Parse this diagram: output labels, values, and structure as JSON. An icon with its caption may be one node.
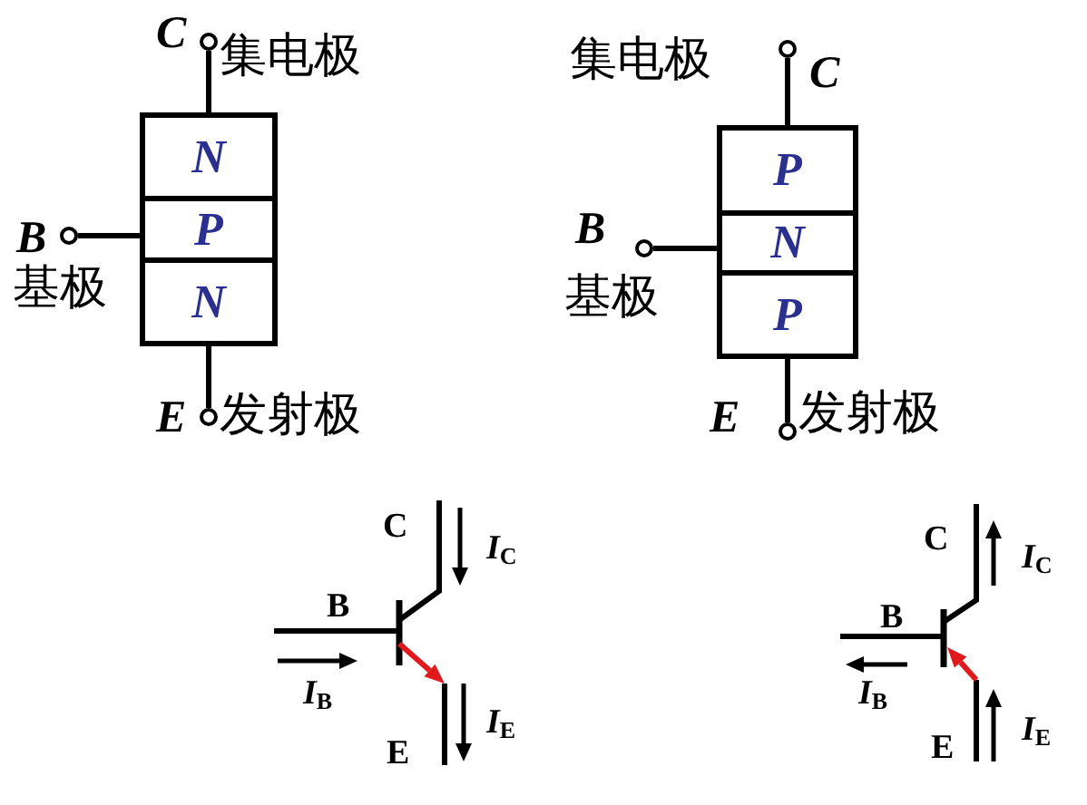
{
  "diagram": {
    "nodes": [
      {
        "text": [],
        "shape": "circle",
        "beside": [
          "C",
          "集电极"
        ]
      },
      {
        "text": [
          "N"
        ]
      },
      {
        "text": [],
        "shape": "circle",
        "beside": [
          "B",
          "基极"
        ]
      },
      {
        "text": [
          "P"
        ]
      },
      {
        "text": [
          "N"
        ]
      },
      {
        "text": [],
        "shape": "circle",
        "beside": [
          "E",
          "发射极"
        ]
      },
      {
        "text": [],
        "shape": "circle",
        "beside": [
          "集电极",
          "C"
        ]
      },
      {
        "text": [
          "P"
        ]
      },
      {
        "text": [],
        "shape": "circle",
        "beside": [
          "B",
          "基极"
        ]
      },
      {
        "text": [
          "N"
        ]
      },
      {
        "text": [
          "P"
        ]
      },
      {
        "text": [],
        "shape": "circle",
        "beside": [
          "E",
          "发射极"
        ]
      }
    ],
    "edges": [
      {
        "from": 0,
        "to": 1,
        "arrow": "none"
      },
      {
        "from": 2,
        "to": 3,
        "arrow": "none"
      },
      {
        "from": 5,
        "to": 4,
        "arrow": "none"
      },
      {
        "from": 6,
        "to": 7,
        "arrow": "none"
      },
      {
        "from": 8,
        "to": 9,
        "arrow": "none"
      },
      {
        "from": 11,
        "to": 10,
        "arrow": "none"
      }
    ],
    "labels": [
      "C",
      "*I*$_{C}$",
      "B",
      "*I*$_{B}$",
      "E",
      "*I*$_{E}$",
      "C",
      "*I*$_{C}$",
      "B",
      "*I*$_{B}$",
      "E",
      "*I*$_{E}$"
    ]
  }
}
